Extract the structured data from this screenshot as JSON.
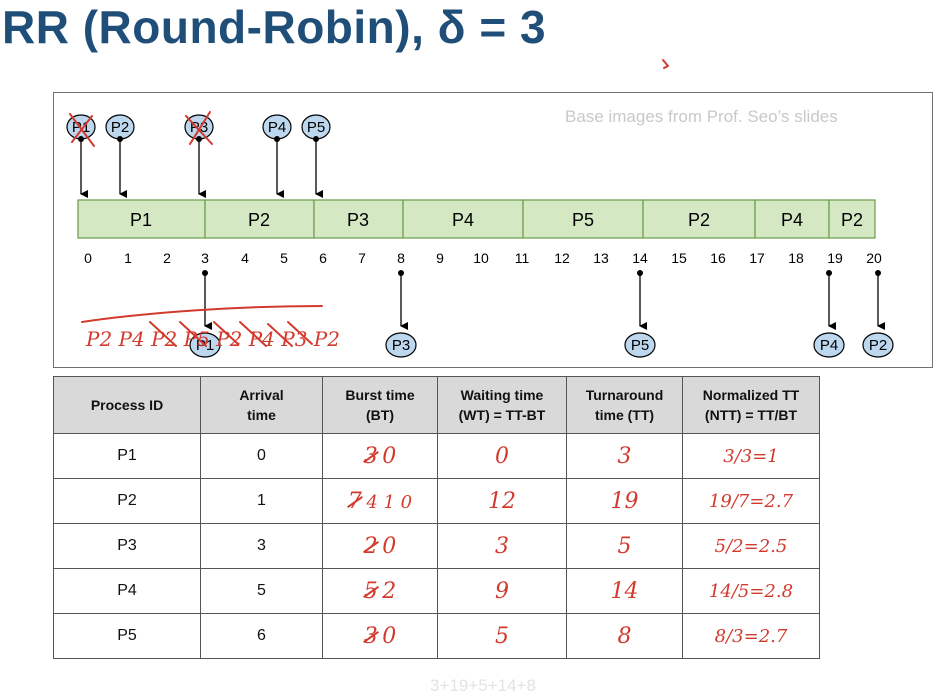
{
  "title": "RR (Round-Robin), δ = 3",
  "credit": "Base images from Prof. Seo’s slides",
  "timeline": {
    "arrivals": [
      "P1",
      "P2",
      "P3",
      "P4",
      "P5"
    ],
    "segments": [
      "P1",
      "P2",
      "P3",
      "P4",
      "P5",
      "P2",
      "P4",
      "P2"
    ],
    "ticks": [
      "0",
      "1",
      "2",
      "3",
      "4",
      "5",
      "6",
      "7",
      "8",
      "9",
      "10",
      "11",
      "12",
      "13",
      "14",
      "15",
      "16",
      "17",
      "18",
      "19",
      "20"
    ],
    "completions": [
      "P1",
      "P3",
      "P5",
      "P4",
      "P2"
    ],
    "handwritten_queue": "P2 P4 P2 P5 P2 P4 P3 P2"
  },
  "table": {
    "headers": {
      "pid": "Process ID",
      "arrival_1": "Arrival",
      "arrival_2": "time",
      "burst_1": "Burst time",
      "burst_2": "(BT)",
      "wait_1": "Waiting time",
      "wait_2": "(WT) = TT-BT",
      "tat_1": "Turnaround",
      "tat_2": "time (TT)",
      "ntt_1": "Normalized TT",
      "ntt_2": "(NTT) = TT/BT"
    },
    "rows": [
      {
        "pid": "P1",
        "arrival": "0",
        "bt_orig": "3",
        "bt_note": "0",
        "wt": "0",
        "tt": "3",
        "ntt": "3/3=1"
      },
      {
        "pid": "P2",
        "arrival": "1",
        "bt_orig": "7",
        "bt_note": "4 1 0",
        "wt": "12",
        "tt": "19",
        "ntt": "19/7=2.7"
      },
      {
        "pid": "P3",
        "arrival": "3",
        "bt_orig": "2",
        "bt_note": "0",
        "wt": "3",
        "tt": "5",
        "ntt": "5/2=2.5"
      },
      {
        "pid": "P4",
        "arrival": "5",
        "bt_orig": "5",
        "bt_note": "2",
        "wt": "9",
        "tt": "14",
        "ntt": "14/5=2.8"
      },
      {
        "pid": "P5",
        "arrival": "6",
        "bt_orig": "3",
        "bt_note": "0",
        "wt": "5",
        "tt": "8",
        "ntt": "8/3=2.7"
      }
    ]
  },
  "faded_bottom": "3+19+5+14+8"
}
